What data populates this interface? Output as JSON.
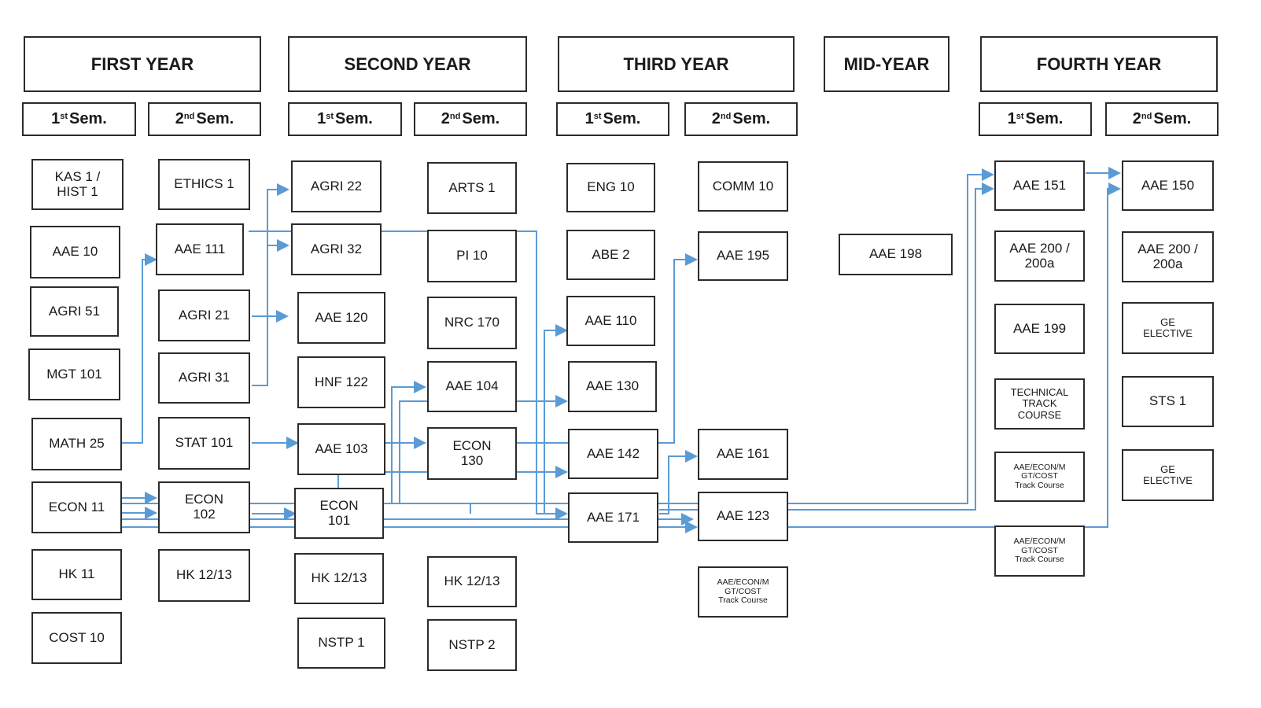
{
  "years": {
    "first": "FIRST YEAR",
    "second": "SECOND YEAR",
    "third": "THIRD YEAR",
    "mid": "MID-YEAR",
    "fourth": "FOURTH YEAR"
  },
  "semesters": {
    "first_ord": "1",
    "first_sup": "st",
    "second_ord": "2",
    "second_sup": "nd",
    "label": "Sem."
  },
  "courses": {
    "y1s1": [
      "KAS 1 /\nHIST 1",
      "AAE 10",
      "AGRI 51",
      "MGT 101",
      "MATH 25",
      "ECON 11",
      "HK 11",
      "COST 10"
    ],
    "y1s2": [
      "ETHICS 1",
      "AAE 111",
      "AGRI 21",
      "AGRI 31",
      "STAT 101",
      "ECON\n102",
      "HK 12/13"
    ],
    "y2s1": [
      "AGRI 22",
      "AGRI 32",
      "AAE 120",
      "HNF 122",
      "AAE 103",
      "ECON\n101",
      "HK 12/13",
      "NSTP 1"
    ],
    "y2s2": [
      "ARTS 1",
      "PI 10",
      "NRC 170",
      "AAE 104",
      "ECON\n130",
      "HK 12/13",
      "NSTP 2"
    ],
    "y3s1": [
      "ENG 10",
      "ABE 2",
      "AAE 110",
      "AAE 130",
      "AAE 142",
      "AAE 171"
    ],
    "y3s2": [
      "COMM 10",
      "AAE 195",
      "AAE 161",
      "AAE 123",
      "AAE/ECON/M\nGT/COST\nTrack Course"
    ],
    "mid": [
      "AAE 198"
    ],
    "y4s1": [
      "AAE 151",
      "AAE 200 /\n200a",
      "AAE 199",
      "TECHNICAL\nTRACK\nCOURSE",
      "AAE/ECON/M\nGT/COST\nTrack Course",
      "AAE/ECON/M\nGT/COST\nTrack Course"
    ],
    "y4s2": [
      "AAE 150",
      "AAE 200 /\n200a",
      "GE\nELECTIVE",
      "STS 1",
      "GE\nELECTIVE"
    ]
  },
  "colors": {
    "arrow": "#5b9bd5",
    "border": "#2b2b2b"
  }
}
